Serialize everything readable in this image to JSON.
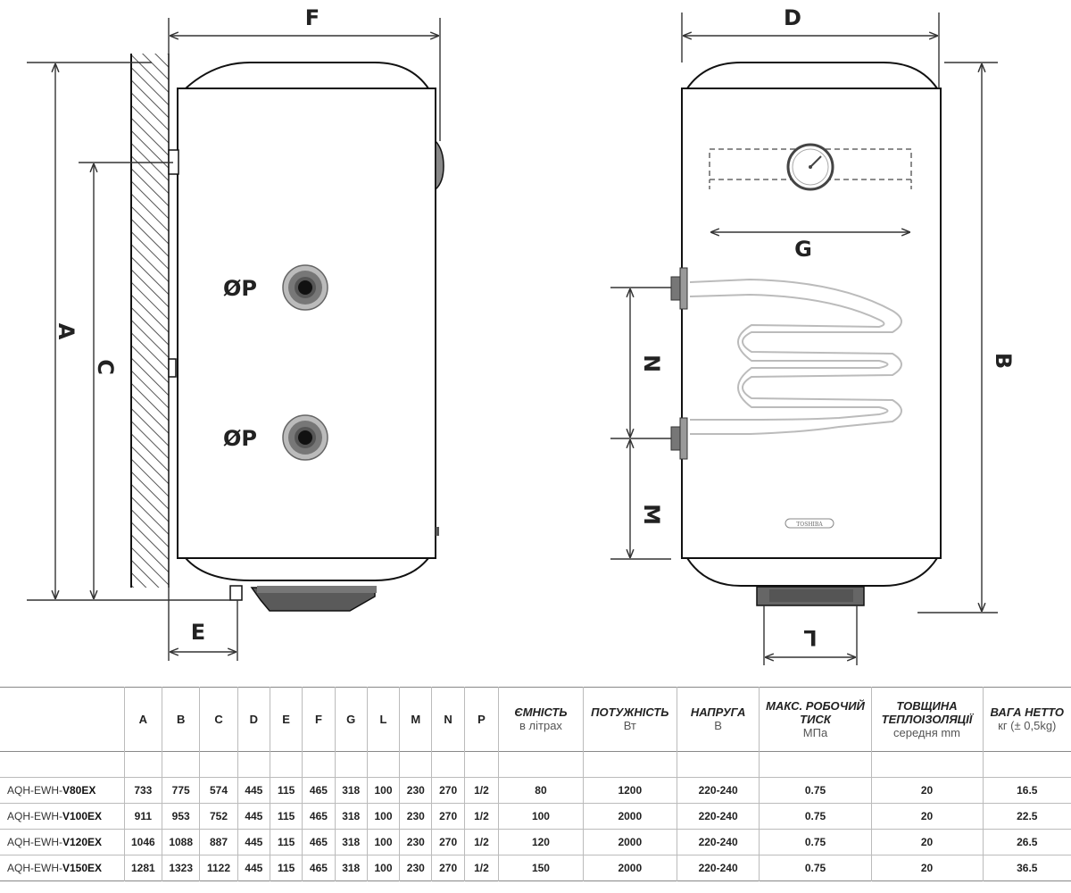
{
  "diagram": {
    "side_view": {
      "dim_F": "F",
      "dim_A": "A",
      "dim_C": "C",
      "dim_E": "E",
      "connection_1": "ØP",
      "connection_2": "ØP"
    },
    "front_view": {
      "dim_D": "D",
      "dim_G": "G",
      "dim_B": "B",
      "dim_N": "N",
      "dim_M": "M",
      "dim_L": "L",
      "brand_badge": "TOSHIBA"
    }
  },
  "table": {
    "columns": [
      {
        "key": "model",
        "main": "",
        "sub": ""
      },
      {
        "key": "A",
        "main": "A",
        "sub": ""
      },
      {
        "key": "B",
        "main": "B",
        "sub": ""
      },
      {
        "key": "C",
        "main": "C",
        "sub": ""
      },
      {
        "key": "D",
        "main": "D",
        "sub": ""
      },
      {
        "key": "E",
        "main": "E",
        "sub": ""
      },
      {
        "key": "F",
        "main": "F",
        "sub": ""
      },
      {
        "key": "G",
        "main": "G",
        "sub": ""
      },
      {
        "key": "L",
        "main": "L",
        "sub": ""
      },
      {
        "key": "M",
        "main": "M",
        "sub": ""
      },
      {
        "key": "N",
        "main": "N",
        "sub": ""
      },
      {
        "key": "P",
        "main": "P",
        "sub": ""
      },
      {
        "key": "capacity",
        "main": "ЄМНІСТЬ",
        "sub": "в літрах"
      },
      {
        "key": "power",
        "main": "ПОТУЖНІСТЬ",
        "sub": "Вт"
      },
      {
        "key": "voltage",
        "main": "НАПРУГА",
        "sub": "В"
      },
      {
        "key": "pressure",
        "main": "МАКС. РОБОЧИЙ ТИСК",
        "sub": "МПа"
      },
      {
        "key": "insulation",
        "main": "ТОВЩИНА ТЕПЛОІЗОЛЯЦІЇ",
        "sub": "середня mm"
      },
      {
        "key": "weight",
        "main": "ВАГА НЕТТО",
        "sub": "кг (± 0,5kg)"
      }
    ],
    "rows": [
      {
        "model_prefix": "AQH-EWH-",
        "model_suffix": "V80EX",
        "A": "733",
        "B": "775",
        "C": "574",
        "D": "445",
        "E": "115",
        "F": "465",
        "G": "318",
        "L": "100",
        "M": "230",
        "N": "270",
        "P": "1/2",
        "capacity": "80",
        "power": "1200",
        "voltage": "220-240",
        "pressure": "0.75",
        "insulation": "20",
        "weight": "16.5"
      },
      {
        "model_prefix": "AQH-EWH-",
        "model_suffix": "V100EX",
        "A": "911",
        "B": "953",
        "C": "752",
        "D": "445",
        "E": "115",
        "F": "465",
        "G": "318",
        "L": "100",
        "M": "230",
        "N": "270",
        "P": "1/2",
        "capacity": "100",
        "power": "2000",
        "voltage": "220-240",
        "pressure": "0.75",
        "insulation": "20",
        "weight": "22.5"
      },
      {
        "model_prefix": "AQH-EWH-",
        "model_suffix": "V120EX",
        "A": "1046",
        "B": "1088",
        "C": "887",
        "D": "445",
        "E": "115",
        "F": "465",
        "G": "318",
        "L": "100",
        "M": "230",
        "N": "270",
        "P": "1/2",
        "capacity": "120",
        "power": "2000",
        "voltage": "220-240",
        "pressure": "0.75",
        "insulation": "20",
        "weight": "26.5"
      },
      {
        "model_prefix": "AQH-EWH-",
        "model_suffix": "V150EX",
        "A": "1281",
        "B": "1323",
        "C": "1122",
        "D": "445",
        "E": "115",
        "F": "465",
        "G": "318",
        "L": "100",
        "M": "230",
        "N": "270",
        "P": "1/2",
        "capacity": "150",
        "power": "2000",
        "voltage": "220-240",
        "pressure": "0.75",
        "insulation": "20",
        "weight": "36.5"
      }
    ]
  }
}
